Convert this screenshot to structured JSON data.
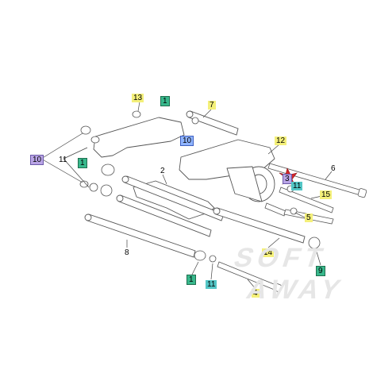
{
  "diagram": {
    "callouts": {
      "c13": "13",
      "c1a": "1",
      "c7": "7",
      "c10a": "10",
      "c12": "12",
      "c10b": "10",
      "c11a": "11",
      "c1b": "1",
      "c2": "2",
      "c6": "6",
      "c3": "3",
      "c11b": "11",
      "c15": "15",
      "c5": "5",
      "c8": "8",
      "c14": "14",
      "c9": "9",
      "c1c": "1",
      "c11c": "11",
      "c4": "4"
    },
    "watermark": {
      "line1": "SOFT",
      "line2": "AWAY"
    },
    "colors": {
      "yellow": "#f4f07a",
      "green": "#38b88c",
      "teal": "#53c6c6",
      "purple": "#b9a4e6",
      "blue": "#8fb4ff",
      "red": "#d4262a"
    }
  }
}
